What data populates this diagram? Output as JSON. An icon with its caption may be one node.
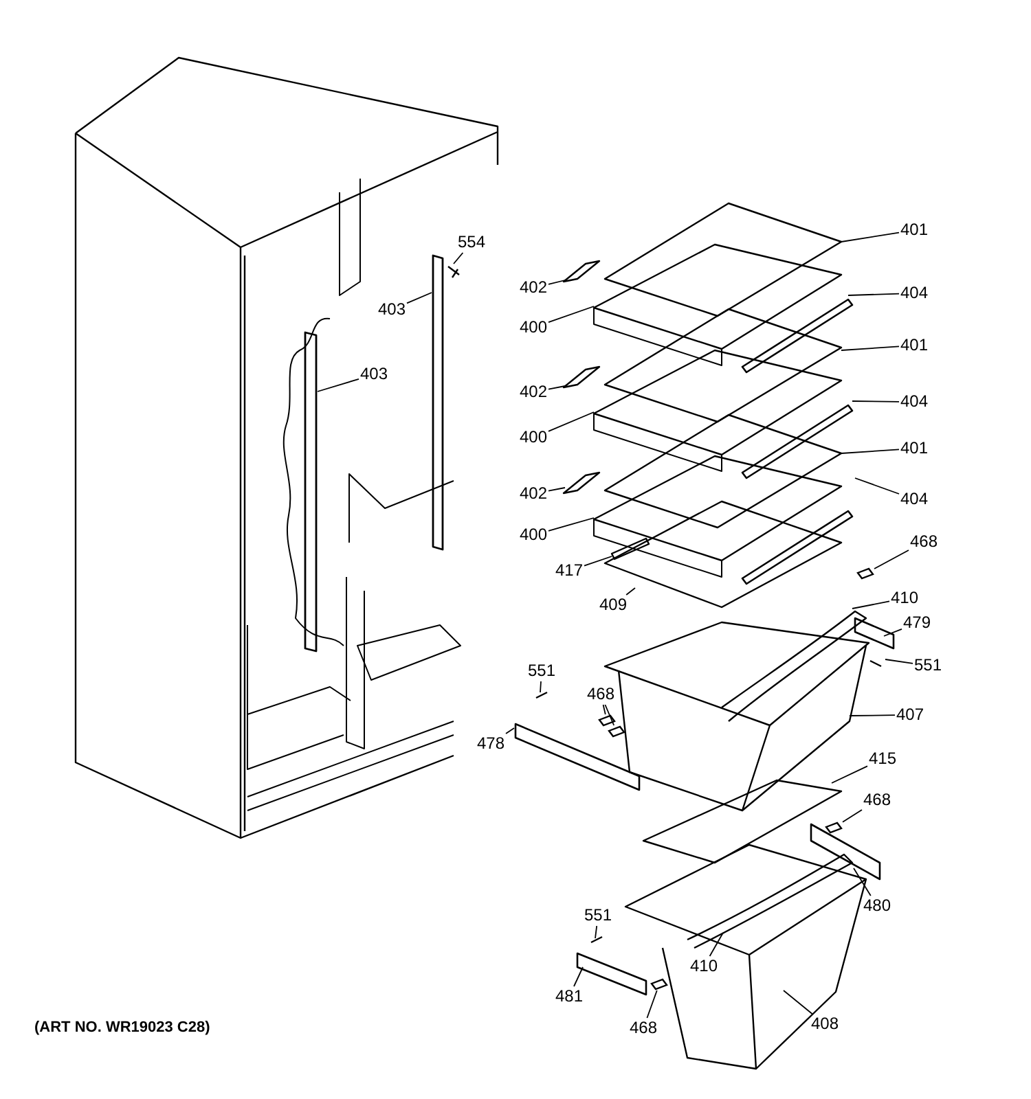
{
  "diagram": {
    "nodes": [
      {
        "text": [
          "554"
        ]
      },
      {
        "text": [
          "403"
        ]
      },
      {
        "text": [
          "403"
        ]
      },
      {
        "text": [
          "401"
        ]
      },
      {
        "text": [
          "402"
        ]
      },
      {
        "text": [
          "400"
        ]
      },
      {
        "text": [
          "404"
        ]
      },
      {
        "text": [
          "401"
        ]
      },
      {
        "text": [
          "402"
        ]
      },
      {
        "text": [
          "400"
        ]
      },
      {
        "text": [
          "404"
        ]
      },
      {
        "text": [
          "401"
        ]
      },
      {
        "text": [
          "402"
        ]
      },
      {
        "text": [
          "400"
        ]
      },
      {
        "text": [
          "404"
        ]
      },
      {
        "text": [
          "417"
        ]
      },
      {
        "text": [
          "468"
        ]
      },
      {
        "text": [
          "409"
        ]
      },
      {
        "text": [
          "410"
        ]
      },
      {
        "text": [
          "479"
        ]
      },
      {
        "text": [
          "551"
        ]
      },
      {
        "text": [
          "551"
        ]
      },
      {
        "text": [
          "468"
        ]
      },
      {
        "text": [
          "478"
        ]
      },
      {
        "text": [
          "407"
        ]
      },
      {
        "text": [
          "415"
        ]
      },
      {
        "text": [
          "468"
        ]
      },
      {
        "text": [
          "480"
        ]
      },
      {
        "text": [
          "551"
        ]
      },
      {
        "text": [
          "410"
        ]
      },
      {
        "text": [
          "481"
        ]
      },
      {
        "text": [
          "468"
        ]
      },
      {
        "text": [
          "408"
        ]
      },
      {
        "text": [],
        "shape": "picture"
      },
      {
        "text": [],
        "shape": "picture"
      },
      {
        "text": [],
        "shape": "picture"
      },
      {
        "text": [],
        "shape": "picture"
      },
      {
        "text": [],
        "shape": "picture"
      }
    ],
    "edges": [
      {
        "from": 0,
        "to": null,
        "arrow": "none"
      },
      {
        "from": 1,
        "to": null,
        "arrow": "none"
      },
      {
        "from": 2,
        "to": null,
        "arrow": "none"
      },
      {
        "from": 3,
        "to": null,
        "arrow": "none"
      },
      {
        "from": 4,
        "to": null,
        "arrow": "none"
      },
      {
        "from": 5,
        "to": null,
        "arrow": "none"
      },
      {
        "from": 6,
        "to": null,
        "arrow": "none"
      },
      {
        "from": 7,
        "to": null,
        "arrow": "none"
      },
      {
        "from": 8,
        "to": null,
        "arrow": "none"
      },
      {
        "from": 9,
        "to": null,
        "arrow": "none"
      },
      {
        "from": 10,
        "to": null,
        "arrow": "none"
      },
      {
        "from": 11,
        "to": null,
        "arrow": "none"
      },
      {
        "from": 12,
        "to": null,
        "arrow": "none"
      },
      {
        "from": 13,
        "to": null,
        "arrow": "none"
      },
      {
        "from": 14,
        "to": null,
        "arrow": "none"
      },
      {
        "from": 15,
        "to": null,
        "arrow": "none"
      },
      {
        "from": 16,
        "to": 33,
        "arrow": "none"
      },
      {
        "from": 17,
        "to": null,
        "arrow": "none"
      },
      {
        "from": 18,
        "to": null,
        "arrow": "none"
      },
      {
        "from": 19,
        "to": null,
        "arrow": "none"
      },
      {
        "from": 20,
        "to": null,
        "arrow": "none"
      },
      {
        "from": 21,
        "to": null,
        "arrow": "none"
      },
      {
        "from": 22,
        "to": 34,
        "arrow": "none"
      },
      {
        "from": 22,
        "to": 35,
        "arrow": "none"
      },
      {
        "from": 23,
        "to": null,
        "arrow": "none"
      },
      {
        "from": 24,
        "to": null,
        "arrow": "none"
      },
      {
        "from": 25,
        "to": null,
        "arrow": "none"
      },
      {
        "from": 26,
        "to": 36,
        "arrow": "none"
      },
      {
        "from": 27,
        "to": null,
        "arrow": "none"
      },
      {
        "from": 28,
        "to": null,
        "arrow": "none"
      },
      {
        "from": 29,
        "to": null,
        "arrow": "none"
      },
      {
        "from": 30,
        "to": null,
        "arrow": "none"
      },
      {
        "from": 31,
        "to": 37,
        "arrow": "none"
      },
      {
        "from": 32,
        "to": null,
        "arrow": "none"
      }
    ],
    "labels": [
      "(ART NO. WR19023 C28)"
    ]
  }
}
